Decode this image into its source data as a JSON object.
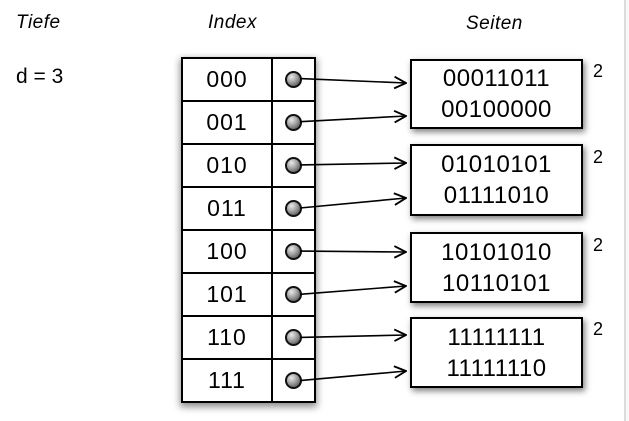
{
  "labels": {
    "depth_title": "Tiefe",
    "depth_value": "d = 3",
    "index_title": "Index",
    "pages_title": "Seiten"
  },
  "index_table": {
    "rows": [
      {
        "key": "000"
      },
      {
        "key": "001"
      },
      {
        "key": "010"
      },
      {
        "key": "011"
      },
      {
        "key": "100"
      },
      {
        "key": "101"
      },
      {
        "key": "110"
      },
      {
        "key": "111"
      }
    ]
  },
  "pages": [
    {
      "entries": [
        "00011011",
        "00100000"
      ],
      "local_depth": "2"
    },
    {
      "entries": [
        "01010101",
        "01111010"
      ],
      "local_depth": "2"
    },
    {
      "entries": [
        "10101010",
        "10110101"
      ],
      "local_depth": "2"
    },
    {
      "entries": [
        "11111111",
        "11111110"
      ],
      "local_depth": "2"
    }
  ],
  "colors": {
    "line": "#000000",
    "box_border": "#000000",
    "edge_line": "#dcdcdc",
    "sphere_dark": "#454545"
  }
}
